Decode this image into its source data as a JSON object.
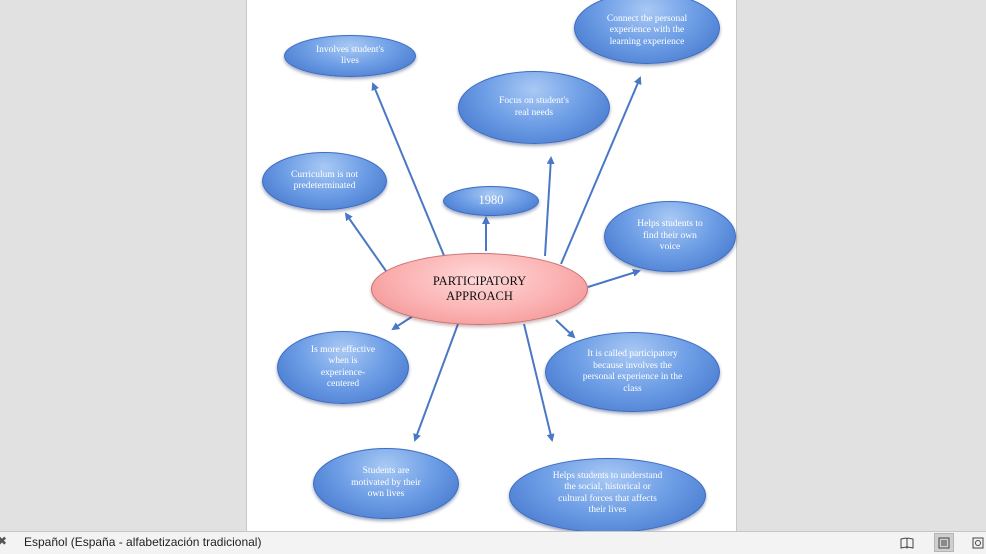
{
  "diagram": {
    "center": {
      "lines": [
        "PARTICIPATORY",
        "APPROACH"
      ]
    },
    "year": "1980",
    "bubbles": {
      "connect": [
        "Connect the  personal",
        "experience with the",
        "learning  experience"
      ],
      "involves": [
        "Involves student's",
        "lives"
      ],
      "focus": [
        "Focus on student's",
        "real needs"
      ],
      "curriculum": [
        "Curriculum is not",
        "predeterminated"
      ],
      "voice": [
        "Helps students to",
        "find their own",
        "voice"
      ],
      "effective": [
        "Is more effective",
        "when is",
        "experience-",
        "centered"
      ],
      "called": [
        "It is called participatory",
        "because involves the",
        "personal experience in the",
        "class"
      ],
      "motivated": [
        "Students are",
        "motivated by their",
        "own lives"
      ],
      "understand": [
        "Helps students to understand",
        "the social, historical or",
        "cultural forces that affects",
        "their lives"
      ]
    }
  },
  "statusbar": {
    "language": "Español (España - alfabetización tradicional)",
    "icons": {
      "left": "spellcheck-icon",
      "read": "read-mode-icon",
      "print": "print-layout-icon",
      "web": "web-layout-icon"
    }
  }
}
